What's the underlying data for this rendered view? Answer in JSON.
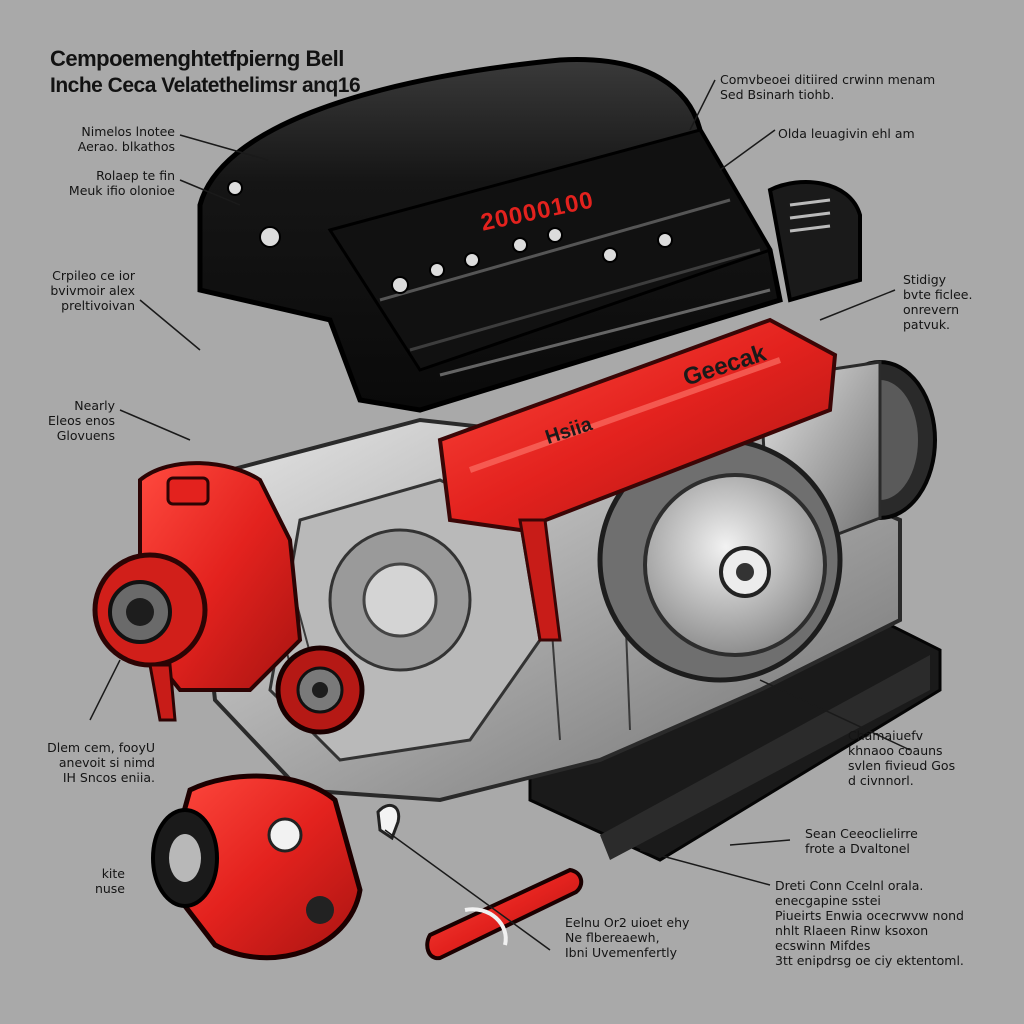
{
  "title": {
    "line1": "Cempoemenghtetfpierng Bell",
    "line2": "Inche Ceca Velatethelimsr anq16"
  },
  "colors": {
    "background": "#a9a9a9",
    "engine_black": "#141414",
    "accent_red": "#e3221e",
    "metal_silver": "#c9c9c9"
  },
  "branding": {
    "cover_text": "20000100",
    "manifold_text": "Geecak",
    "manifold_badge": "Hsiia"
  },
  "callouts": [
    {
      "id": "top-right-1",
      "text": "Comvbeoei ditiired crwinn menam\nSed Bsinarh tiohb."
    },
    {
      "id": "top-right-2",
      "text": "Olda leuagivin ehl am"
    },
    {
      "id": "right-mid",
      "text": "Stidigy\nbvte ficlee.\nonrevern\npatvuk."
    },
    {
      "id": "right-lower",
      "text": "Chamaiuefv\nkhnaoo coauns\nsvlen fivieud Gos\nd civnnorl."
    },
    {
      "id": "right-bottom-1",
      "text": "Sean Ceeoclielirre\nfrote a Dvaltonel"
    },
    {
      "id": "right-bottom-2",
      "text": "Dreti Conn Ccelnl orala.\nenecgapine sstei\nPiueirts Enwia ocecrwvw nond\nnhlt Rlaeen Rinw ksoxon\necswinn Mifdes\n3tt enipdrsg oe ciy ektentoml."
    },
    {
      "id": "left-1",
      "text": "Nimelos lnotee\nAerao. blkathos"
    },
    {
      "id": "left-2",
      "text": "Rolaep te fin\nMeuk ifio olonioe"
    },
    {
      "id": "left-3",
      "text": "Crpileo ce ior\nbvivmoir alex\npreltivoivan"
    },
    {
      "id": "left-4",
      "text": "Nearly\nEleos enos\nGlovuens"
    },
    {
      "id": "left-5",
      "text": "Dlem cem, fooyU\nanevoit si nimd\nIH Sncos eniia."
    },
    {
      "id": "left-6",
      "text": "kite\nnuse"
    },
    {
      "id": "bottom-mid",
      "text": "Eelnu Or2 uioet ehy\nNe flbereaewh,\nIbni Uvemenfertly"
    }
  ]
}
